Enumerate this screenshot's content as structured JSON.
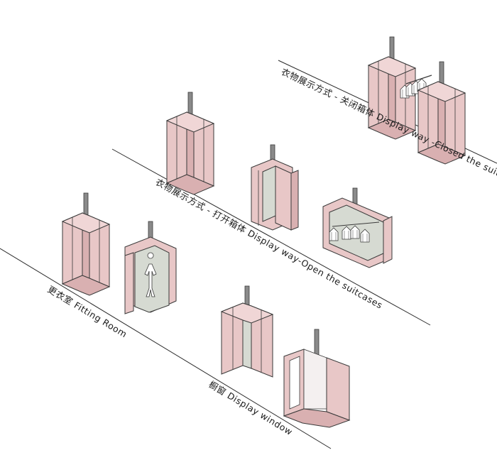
{
  "colors": {
    "panel": "#e8c7c7",
    "panel_dark": "#d9b0b1",
    "interior": "#d6dad2",
    "stroke": "#3a3a3a",
    "pole": "#8a8a8a",
    "background": "#ffffff"
  },
  "labels": {
    "closed": "衣物展示方式 - 关闭箱体  Display way -Closed the suitcases",
    "open": "衣物展示方式 - 打开箱体 Display way-Open the suitcases",
    "fitting": "更衣室 Fitting Room",
    "window": "橱窗 Display window"
  },
  "icons": [
    "mannequin-icon",
    "hanger-icon"
  ]
}
